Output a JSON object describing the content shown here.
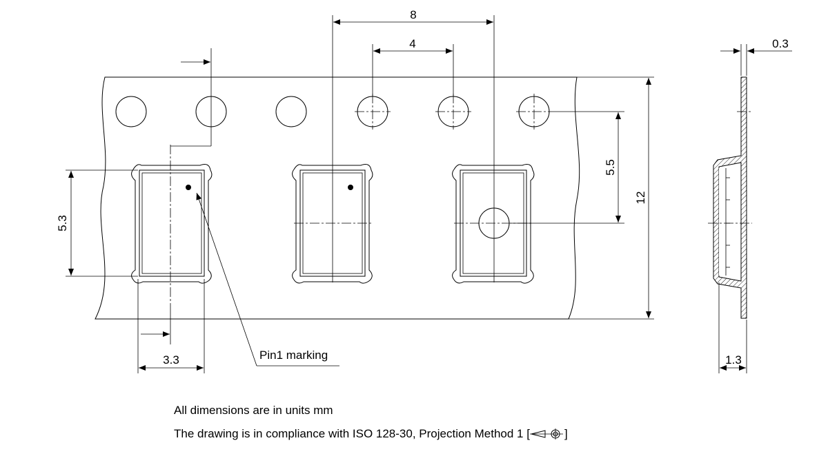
{
  "dimensions": {
    "pitch_sprocket": "8",
    "pitch_pocket": "4",
    "thickness": "0.3",
    "hole_offset": "5.5",
    "tape_width": "12",
    "pocket_length": "5.3",
    "pocket_width": "3.3",
    "pocket_depth": "1.3"
  },
  "labels": {
    "pin1": "Pin1 marking"
  },
  "notes": {
    "units": "All dimensions are in units mm",
    "compliance_prefix": "The drawing is in compliance with ISO 128-30, Projection Method 1 [",
    "compliance_suffix": "]"
  },
  "projection_method_icon": "first-angle-projection-icon"
}
